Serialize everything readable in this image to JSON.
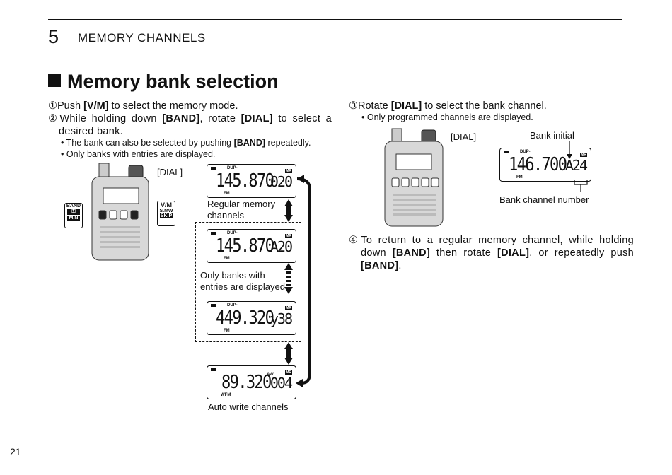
{
  "header": {
    "chapter_number": "5",
    "chapter_title": "MEMORY CHANNELS"
  },
  "section_title": "Memory bank selection",
  "steps_left": {
    "s1": {
      "marker": "①",
      "pre": "Push ",
      "key": "[V/M]",
      "post": " to select the memory mode."
    },
    "s2": {
      "marker": "②",
      "pre": "While holding down ",
      "key1": "[BAND]",
      "mid": ", rotate ",
      "key2": "[DIAL]",
      "post": " to select a desired bank."
    },
    "n1": {
      "pre": "• The bank can also be selected by pushing ",
      "key": "[BAND]",
      "post": " repeatedly."
    },
    "n2": "• Only banks with entries are displayed."
  },
  "diagram_left": {
    "dial_label": "[DIAL]",
    "band_key": {
      "top": "BAND",
      "bottom": "M.N"
    },
    "vm_key": {
      "top": "V/M",
      "mid": "S.MW",
      "bottom": "SKIP"
    },
    "displays": [
      {
        "freq": "145.870",
        "channel": "020",
        "dup": "DUP-",
        "mode": "FM",
        "mr": "MR"
      },
      {
        "freq": "145.870",
        "channel": "A20",
        "dup": "DUP-",
        "mode": "FM",
        "mr": "MR"
      },
      {
        "freq": "449.320",
        "channel": "y38",
        "dup": "DUP-",
        "mode": "FM",
        "mr": "MR"
      },
      {
        "freq": "89.320",
        "channel": "004",
        "aw": "AW",
        "mode": "WFM",
        "mr": "MR"
      }
    ],
    "label_regular": "Regular memory channels",
    "label_banks": "Only banks with entries are displayed",
    "label_auto": "Auto write channels"
  },
  "steps_right": {
    "s3": {
      "marker": "③",
      "pre": "Rotate ",
      "key": "[DIAL]",
      "post": " to select the bank channel."
    },
    "n3": "• Only programmed channels are displayed.",
    "s4": {
      "marker": "④",
      "pre": "To return to a regular memory channel, while holding down ",
      "key1": "[BAND]",
      "mid": " then rotate ",
      "key2": "[DIAL]",
      "mid2": ", or repeatedly push ",
      "key3": "[BAND]",
      "post": "."
    }
  },
  "diagram_right": {
    "dial_label": "[DIAL]",
    "bank_initial_label": "Bank initial",
    "bank_channel_label": "Bank channel number",
    "display": {
      "freq": "146.700",
      "channel": "A24",
      "dup": "DUP-",
      "mode": "FM",
      "mr": "MR"
    }
  },
  "footer": {
    "page_number": "21"
  }
}
